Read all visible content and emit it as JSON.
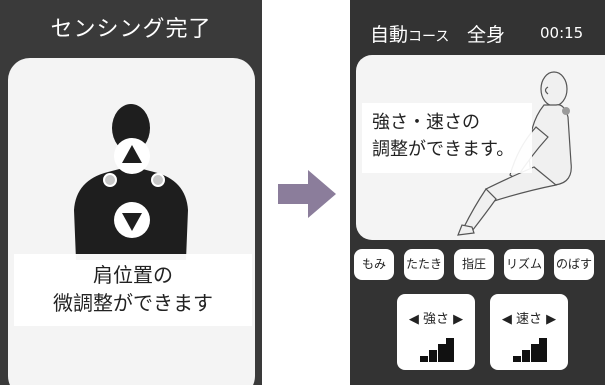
{
  "left_screen": {
    "title": "センシング完了",
    "caption_line1": "肩位置の",
    "caption_line2": "微調整ができます"
  },
  "right_screen": {
    "mode_kanji": "自動",
    "mode_suffix": "コース",
    "body_area": "全身",
    "timer": "00:15",
    "caption_line1": "強さ・速さの",
    "caption_line2": "調整ができます。",
    "technique_buttons": [
      "もみ",
      "たたき",
      "指圧",
      "リズム",
      "のばす"
    ],
    "strength_label": "◀ 強さ ▶",
    "speed_label": "◀ 速さ ▶"
  },
  "colors": {
    "screen_bg": "#3a3a3a",
    "panel_bg": "#f4f4f4",
    "arrow": "#8b7d9b",
    "silhouette": "#1e1e1e"
  }
}
